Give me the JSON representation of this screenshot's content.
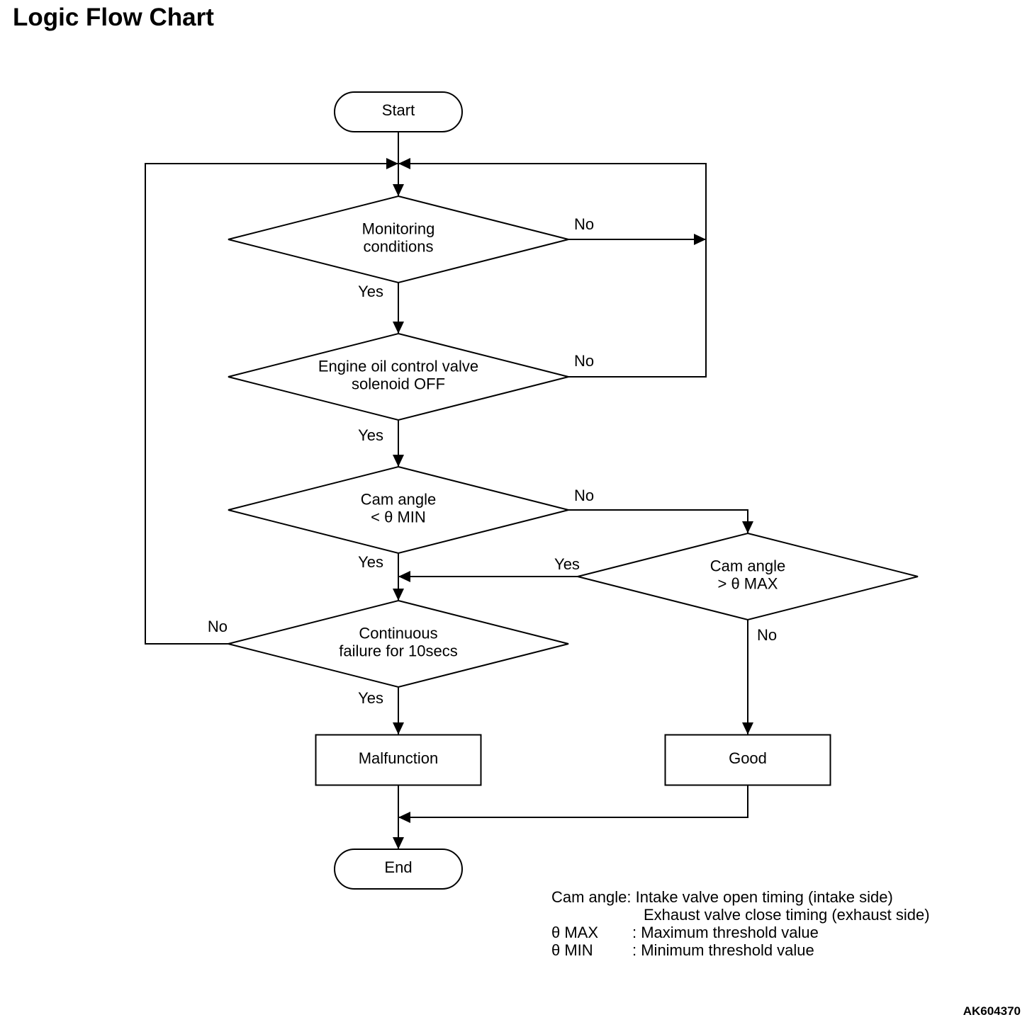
{
  "title": "Logic Flow Chart",
  "figure_id": "AK604370",
  "colors": {
    "stroke": "#000000",
    "background": "#ffffff"
  },
  "nodes": {
    "start": {
      "type": "terminal",
      "lines": [
        "Start"
      ]
    },
    "monitoring": {
      "type": "decision",
      "lines": [
        "Monitoring",
        "conditions"
      ]
    },
    "solenoid": {
      "type": "decision",
      "lines": [
        "Engine oil control valve",
        "solenoid OFF"
      ]
    },
    "cam_min": {
      "type": "decision",
      "lines": [
        "Cam angle",
        "< θ MIN"
      ]
    },
    "cam_max": {
      "type": "decision",
      "lines": [
        "Cam angle",
        "> θ MAX"
      ]
    },
    "continuous": {
      "type": "decision",
      "lines": [
        "Continuous",
        "failure for 10secs"
      ]
    },
    "malfunction": {
      "type": "process",
      "lines": [
        "Malfunction"
      ]
    },
    "good": {
      "type": "process",
      "lines": [
        "Good"
      ]
    },
    "end": {
      "type": "terminal",
      "lines": [
        "End"
      ]
    }
  },
  "edges": [
    {
      "id": "start-monitoring",
      "from": "start",
      "to": "monitoring",
      "label": ""
    },
    {
      "id": "monitoring-no",
      "from": "monitoring",
      "to": "monitoring",
      "label": "No"
    },
    {
      "id": "monitoring-yes",
      "from": "monitoring",
      "to": "solenoid",
      "label": "Yes"
    },
    {
      "id": "solenoid-no",
      "from": "solenoid",
      "to": "monitoring",
      "label": "No"
    },
    {
      "id": "solenoid-yes",
      "from": "solenoid",
      "to": "cam_min",
      "label": "Yes"
    },
    {
      "id": "cammin-no",
      "from": "cam_min",
      "to": "cam_max",
      "label": "No"
    },
    {
      "id": "cammin-yes",
      "from": "cam_min",
      "to": "continuous",
      "label": "Yes"
    },
    {
      "id": "cammax-yes",
      "from": "cam_max",
      "to": "continuous",
      "label": "Yes"
    },
    {
      "id": "cammax-no",
      "from": "cam_max",
      "to": "good",
      "label": "No"
    },
    {
      "id": "continuous-no",
      "from": "continuous",
      "to": "monitoring",
      "label": "No"
    },
    {
      "id": "continuous-yes",
      "from": "continuous",
      "to": "malfunction",
      "label": "Yes"
    },
    {
      "id": "malfunction-end",
      "from": "malfunction",
      "to": "end",
      "label": ""
    },
    {
      "id": "good-end",
      "from": "good",
      "to": "end",
      "label": ""
    }
  ],
  "legend": {
    "cam_angle_term": "Cam angle:",
    "cam_angle_line1": "Intake valve open timing (intake side)",
    "cam_angle_line2": "Exhaust valve close timing (exhaust side)",
    "theta_max_term": "θ MAX",
    "theta_max_desc": ": Maximum threshold value",
    "theta_min_term": "θ MIN",
    "theta_min_desc": ": Minimum threshold value"
  }
}
